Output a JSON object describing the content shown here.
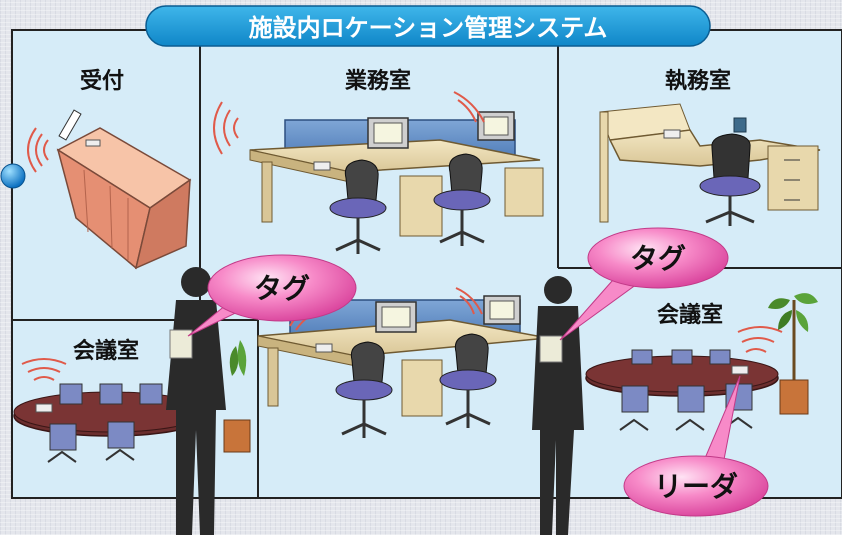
{
  "title": "施設内ロケーション管理システム",
  "rooms": {
    "reception": "受付",
    "office": "業務室",
    "executive": "執務室",
    "meeting_left": "会議室",
    "meeting_right": "会議室"
  },
  "bubbles": {
    "tag_left": "タグ",
    "tag_right": "タグ",
    "reader": "リーダ"
  },
  "colors": {
    "title_bg": "#1e9ad6",
    "floor": "#d6ecf8",
    "bubble": "#f070b8",
    "wall": "#222222"
  }
}
